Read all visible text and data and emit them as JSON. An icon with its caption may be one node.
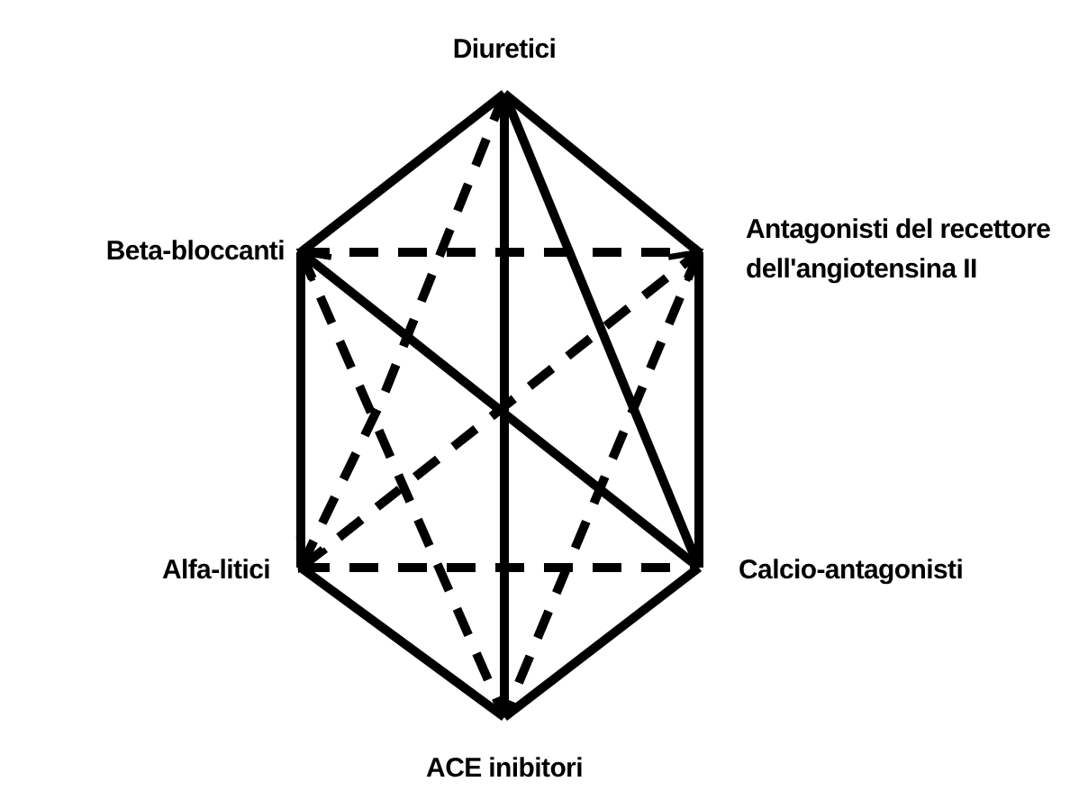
{
  "diagram": {
    "nodes": [
      {
        "text": [
          "Diuretici"
        ]
      },
      {
        "text": [
          "Beta-bloccanti"
        ]
      },
      {
        "text": [
          "Antagonisti del recettore dell'angiotensina II"
        ]
      },
      {
        "text": [
          "Alfa-litici"
        ]
      },
      {
        "text": [
          "Calcio-antagonisti"
        ]
      },
      {
        "text": [
          "ACE inibitori"
        ]
      }
    ],
    "edges": [
      {
        "from": 0,
        "to": 1,
        "arrow": "none"
      },
      {
        "from": 0,
        "to": 2,
        "arrow": "none"
      },
      {
        "from": 1,
        "to": 3,
        "arrow": "none"
      },
      {
        "from": 2,
        "to": 4,
        "arrow": "none"
      },
      {
        "from": 3,
        "to": 5,
        "arrow": "none"
      },
      {
        "from": 4,
        "to": 5,
        "arrow": "none"
      },
      {
        "from": 0,
        "to": 5,
        "arrow": "none"
      },
      {
        "from": 0,
        "to": 4,
        "arrow": "none"
      },
      {
        "from": 4,
        "to": 1,
        "arrow": "to"
      },
      {
        "from": 1,
        "to": 2,
        "arrow": "none",
        "style": "dashed"
      },
      {
        "from": 3,
        "to": 4,
        "arrow": "none",
        "style": "dashed"
      },
      {
        "from": 0,
        "to": 3,
        "arrow": "to",
        "style": "dashed"
      },
      {
        "from": 1,
        "to": 5,
        "arrow": "none",
        "style": "dashed"
      },
      {
        "from": 3,
        "to": 2,
        "arrow": "to",
        "style": "dashed"
      },
      {
        "from": 2,
        "to": 5,
        "arrow": "none",
        "style": "dashed"
      }
    ]
  }
}
